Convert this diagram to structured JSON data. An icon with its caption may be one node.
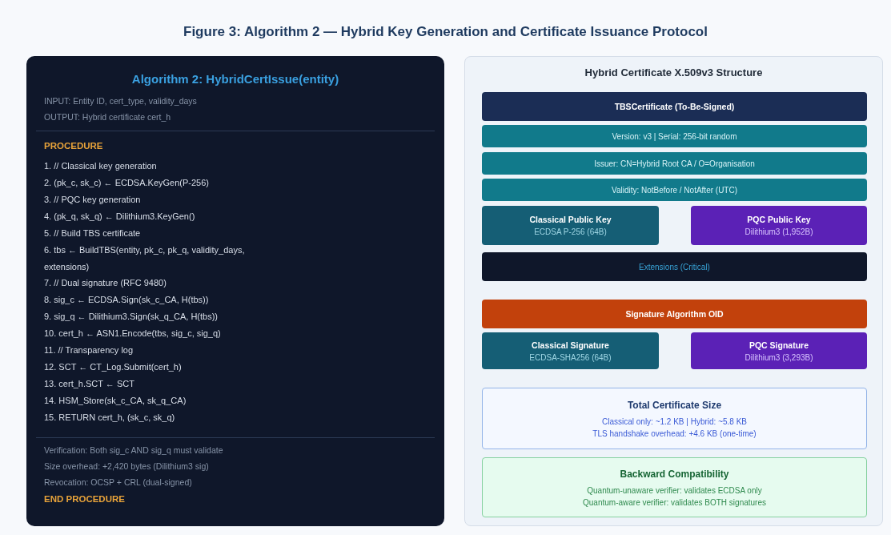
{
  "diagram": {
    "title": "Figure 3: Algorithm 2 — Hybrid Key Generation and Certificate Issuance Protocol",
    "nodes": [
      {
        "text": [
          "Algorithm 2: HybridCertIssue(entity)",
          "INPUT: Entity ID, cert_type, validity_days",
          "OUTPUT: Hybrid certificate cert_h",
          "PROCEDURE",
          "1. // Classical key generation",
          "2. (pk_c, sk_c) ← ECDSA.KeyGen(P-256)",
          "3. // PQC key generation",
          "4. (pk_q, sk_q) ← Dilithium3.KeyGen()",
          "5. // Build TBS certificate",
          "6. tbs ← BuildTBS(entity, pk_c, pk_q, validity_days, extensions)",
          "7. // Dual signature (RFC 9480)",
          "8. sig_c ← ECDSA.Sign(sk_c_CA, H(tbs))",
          "9. sig_q ← Dilithium3.Sign(sk_q_CA, H(tbs))",
          "10. cert_h ← ASN1.Encode(tbs, sig_c, sig_q)",
          "11. // Transparency log",
          "12. SCT ← CT_Log.Submit(cert_h)",
          "13. cert_h.SCT ← SCT",
          "14. HSM_Store(sk_c_CA, sk_q_CA)",
          "15. RETURN cert_h, (sk_c, sk_q)",
          "Verification: Both sig_c AND sig_q must validate",
          "Size overhead: +2,420 bytes (Dilithium3 sig)",
          "Revocation: OCSP + CRL (dual-signed)",
          "END PROCEDURE"
        ]
      },
      {
        "text": [
          "Hybrid Certificate X.509v3 Structure"
        ]
      },
      {
        "text": [
          "TBSCertificate (To-Be-Signed)"
        ],
        "in": 1
      },
      {
        "text": [
          "Version: v3 | Serial: 256-bit random"
        ],
        "in": 1
      },
      {
        "text": [
          "Issuer: CN=Hybrid Root CA / O=Organisation"
        ],
        "in": 1
      },
      {
        "text": [
          "Validity: NotBefore / NotAfter (UTC)"
        ],
        "in": 1
      },
      {
        "text": [
          "Classical Public Key",
          "ECDSA P-256 (64B)"
        ],
        "in": 1
      },
      {
        "text": [
          "PQC Public Key",
          "Dilithium3 (1,952B)"
        ],
        "in": 1
      },
      {
        "text": [
          "Extensions (Critical)"
        ],
        "in": 1
      },
      {
        "text": [
          "Signature Algorithm OID"
        ],
        "in": 1
      },
      {
        "text": [
          "Classical Signature",
          "ECDSA-SHA256 (64B)"
        ],
        "in": 1
      },
      {
        "text": [
          "PQC Signature",
          "Dilithium3 (3,293B)"
        ],
        "in": 1
      },
      {
        "text": [
          "Total Certificate Size",
          "Classical only: ~1.2 KB | Hybrid: ~5.8 KB",
          "TLS handshake overhead: +4.6 KB (one-time)"
        ],
        "in": 1
      },
      {
        "text": [
          "Backward Compatibility",
          "Quantum-unaware verifier: validates ECDSA only",
          "Quantum-aware verifier: validates BOTH signatures"
        ],
        "in": 1
      }
    ]
  }
}
